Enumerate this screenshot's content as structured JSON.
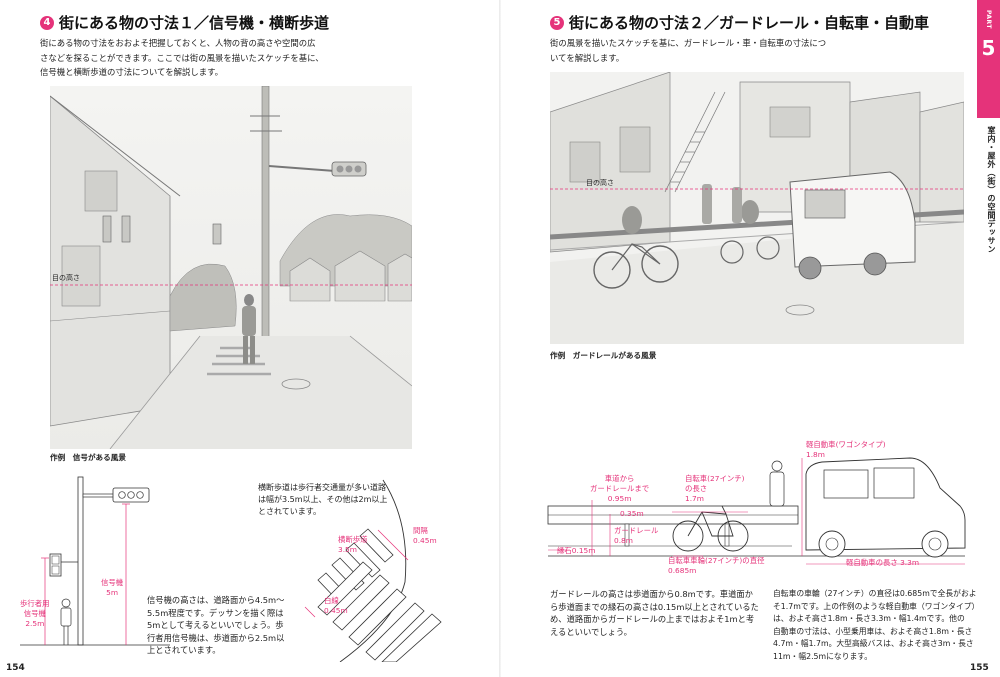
{
  "left_page": {
    "section_number": "4",
    "title": "街にある物の寸法１／信号機・横断歩道",
    "intro_lines": [
      "街にある物の寸法をおおよそ把握しておくと、人物の背の高さや空間の広",
      "さなどを探ることができます。ここでは街の風景を描いたスケッチを基に、",
      "信号機と横断歩道の寸法についてを解説します。"
    ],
    "eye_level_label": "目の高さ",
    "photo_caption": "作例　信号がある風景",
    "diagram": {
      "ped_signal_label_lines": [
        "歩行者用",
        "信号機"
      ],
      "ped_signal_height": "2.5m",
      "signal_label": "信号機",
      "signal_height": "5m",
      "crossing_note_lines": [
        "横断歩道は歩行者交通量が多い道路",
        "は幅が3.5m以上、その他は2m以上",
        "とされています。"
      ],
      "crossing_width_label": "横断歩道",
      "crossing_width_value": "3.5m",
      "gap_label": "間隔",
      "gap_value": "0.45m",
      "stripe_label": "白線",
      "stripe_value": "0.45m"
    },
    "body_lines": [
      "信号機の高さは、道路面から4.5m～",
      "5.5m程度です。デッサンを描く際は",
      "5mとして考えるといいでしょう。歩",
      "行者用信号機は、歩道面から2.5m以",
      "上とされています。"
    ],
    "page_number": "154"
  },
  "right_page": {
    "section_number": "5",
    "title": "街にある物の寸法２／ガードレール・自転車・自動車",
    "intro_lines": [
      "街の風景を描いたスケッチを基に、ガードレール・車・自転車の寸法につ",
      "いてを解説します。"
    ],
    "eye_level_label": "目の高さ",
    "photo_caption": "作例　ガードレールがある風景",
    "diagram": {
      "road_to_rail_lines": [
        "車道から",
        "ガードレールまで"
      ],
      "road_to_rail_value": "0.95m",
      "bike_length_lines": [
        "自転車(27インチ)",
        "の長さ"
      ],
      "bike_length_value": "1.7m",
      "kei_car_label": "軽自動車(ワゴンタイプ)",
      "kei_car_height": "1.8m",
      "curb_height": "0.35m",
      "rail_label": "ガードレール",
      "rail_height": "0.8m",
      "curb_label": "縁石",
      "curb_value": "0.15m",
      "wheel_label": "自転車車輪(27インチ)の直径",
      "wheel_value": "0.685m",
      "car_length_label": "軽自動車の長さ",
      "car_length_value": "3.3m"
    },
    "body_left_lines": [
      "ガードレールの高さは歩道面から0.8mです。車道面か",
      "ら歩道面までの縁石の高さは0.15m以上とされているた",
      "め、道路面からガードレールの上まではおよそ1mと考",
      "えるといいでしょう。"
    ],
    "body_right_lines": [
      "自転車の車輪（27インチ）の直径は0.685mで全長がおよ",
      "そ1.7mです。上の作例のような軽自動車（ワゴンタイプ）",
      "は、およそ高さ1.8m・長さ3.3m・幅1.4mです。他の",
      "自動車の寸法は、小型乗用車は、およそ高さ1.8m・長さ",
      "4.7m・幅1.7m。大型高級バスは、およそ高さ3m・長さ",
      "11m・幅2.5mになります。"
    ],
    "page_number": "155",
    "side_tab_part": "PART",
    "side_tab_number": "5",
    "side_vertical_text": "室内・屋外（街）の空間デッサン"
  },
  "colors": {
    "accent": "#e5337a",
    "text": "#222222",
    "sketch": "#777777"
  }
}
